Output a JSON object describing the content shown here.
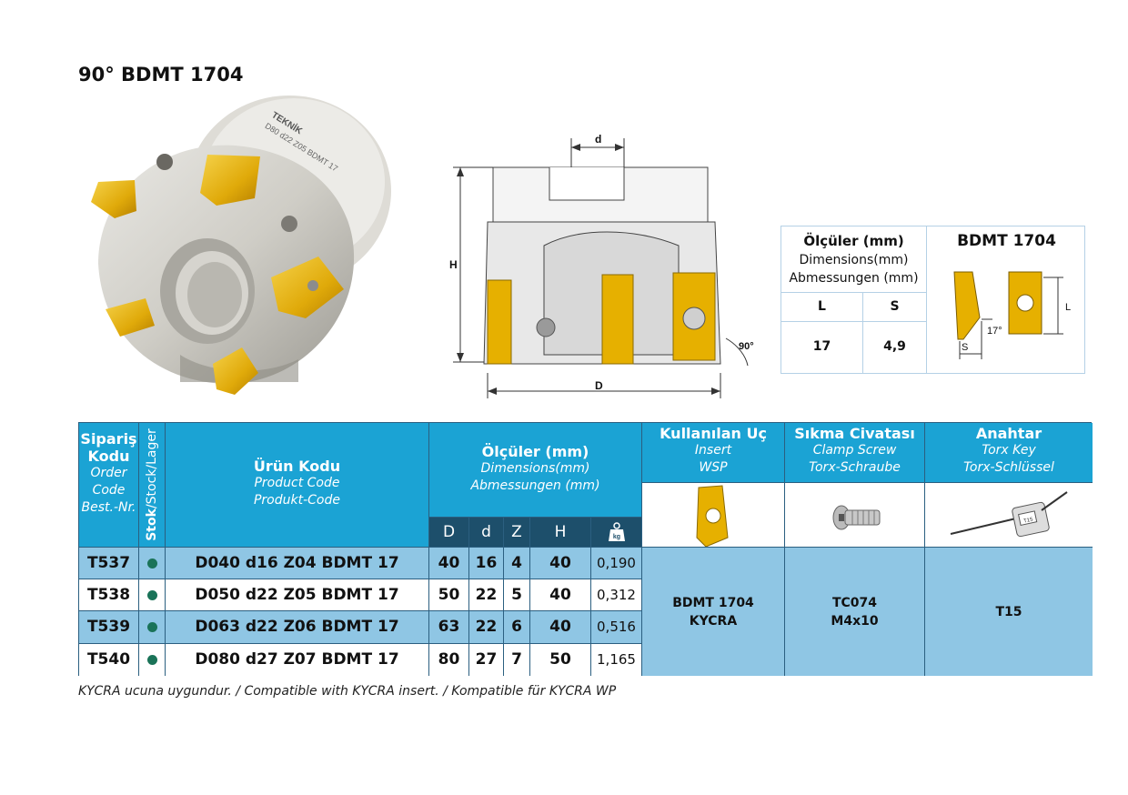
{
  "title": "90° BDMT 1704",
  "cutter_engraving": {
    "brand": "TEKNİK",
    "code": "D80 d22 Z05 BDMT 17"
  },
  "drawing": {
    "d": "d",
    "H": "H",
    "D": "D",
    "angle": "90°"
  },
  "dim_table": {
    "left_title": "Ölçüler (mm)",
    "left_sub1": "Dimensions(mm)",
    "left_sub2": "Abmessungen (mm)",
    "right_title": "BDMT 1704",
    "col_l": "L",
    "col_s": "S",
    "val_l": "17",
    "val_s": "4,9",
    "insert_angle": "17°",
    "insert_s": "S",
    "insert_l": "L"
  },
  "table": {
    "order_code": {
      "tr": "Sipariş Kodu",
      "en": "Order Code",
      "de": "Best.-Nr."
    },
    "stock": {
      "tr": "Stok",
      "rest": "/Stock/Lager"
    },
    "product_code": {
      "tr": "Ürün Kodu",
      "en": "Product Code",
      "de": "Produkt-Code"
    },
    "dimensions": {
      "tr": "Ölçüler (mm)",
      "en": "Dimensions(mm)",
      "de": "Abmessungen (mm)"
    },
    "dim_cols": {
      "D": "D",
      "d": "d",
      "Z": "Z",
      "H": "H",
      "kg": "kg"
    },
    "insert": {
      "tr": "Kullanılan Uç",
      "en": "Insert",
      "de": "WSP"
    },
    "screw": {
      "tr": "Sıkma Civatası",
      "en": "Clamp Screw",
      "de": "Torx-Schraube"
    },
    "key": {
      "tr": "Anahtar",
      "en": "Torx Key",
      "de": "Torx-Schlüssel"
    },
    "rows": [
      {
        "order": "T537",
        "product": "D040 d16 Z04 BDMT 17",
        "D": "40",
        "d": "16",
        "Z": "4",
        "H": "40",
        "kg": "0,190"
      },
      {
        "order": "T538",
        "product": "D050 d22 Z05 BDMT 17",
        "D": "50",
        "d": "22",
        "Z": "5",
        "H": "40",
        "kg": "0,312"
      },
      {
        "order": "T539",
        "product": "D063 d22 Z06 BDMT 17",
        "D": "63",
        "d": "22",
        "Z": "6",
        "H": "40",
        "kg": "0,516"
      },
      {
        "order": "T540",
        "product": "D080 d27 Z07 BDMT 17",
        "D": "80",
        "d": "27",
        "Z": "7",
        "H": "50",
        "kg": "1,165"
      }
    ],
    "insert_value": {
      "line1": "BDMT 1704",
      "line2": "KYCRA"
    },
    "screw_value": {
      "line1": "TC074",
      "line2": "M4x10"
    },
    "key_value": "T15",
    "key_tag": "T15"
  },
  "footnote": "KYCRA ucuna uygundur. / Compatible with KYCRA insert. / Kompatible für KYCRA WP",
  "colors": {
    "header": "#1ba3d4",
    "dark": "#1d4f6b",
    "row_alt": "#8fc6e4",
    "insert_gold": "#e6b000",
    "stock_dot": "#1a7358"
  }
}
